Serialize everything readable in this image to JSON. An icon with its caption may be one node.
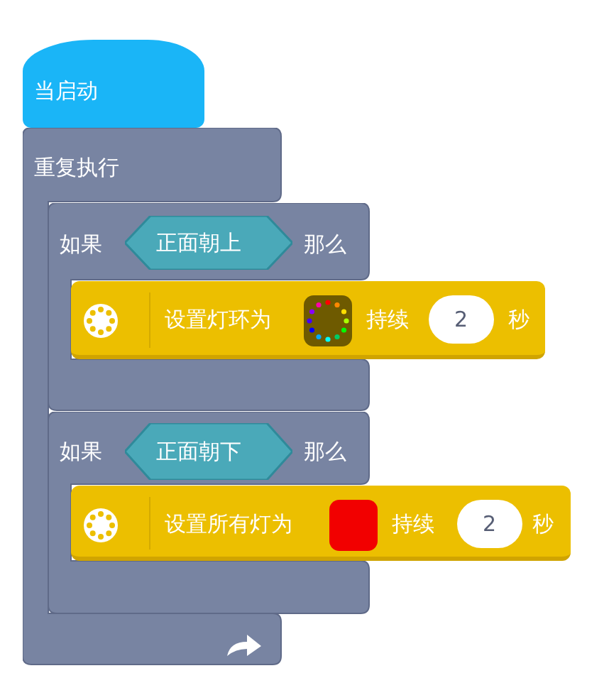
{
  "diagram": {
    "nodes": [
      {
        "text": [
          "当启动"
        ]
      },
      {
        "text": [
          "重复执行"
        ]
      },
      {
        "text": [
          "如果",
          "那么"
        ]
      },
      {
        "text": [
          "正面朝上"
        ],
        "in": 2
      },
      {
        "text": [
          "设置灯环为",
          "持续",
          "秒"
        ]
      },
      {
        "text": [
          "2"
        ],
        "in": 4
      },
      {
        "text": [
          "如果",
          "那么"
        ]
      },
      {
        "text": [
          "正面朝下"
        ],
        "in": 6
      },
      {
        "text": [
          "设置所有灯为",
          "持续",
          "秒"
        ]
      },
      {
        "text": [
          "2"
        ],
        "in": 8
      }
    ]
  }
}
